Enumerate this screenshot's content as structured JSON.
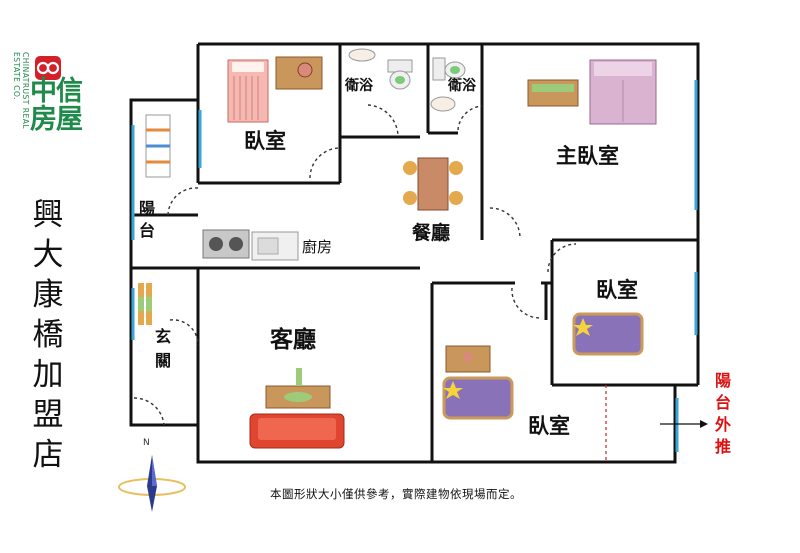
{
  "logo": {
    "name": "中信房屋",
    "side_text": "CHINATRUST REAL ESTATE CO.",
    "brand_color": "#1f8a4a",
    "accent_color": "#d4202a"
  },
  "store_name": "興大康橋加盟店",
  "rooms": {
    "bedroom_1": "臥室",
    "bathroom_1": "衛浴",
    "bathroom_2": "衛浴",
    "master_bedroom": "主臥室",
    "balcony": "陽台",
    "dining": "餐廳",
    "kitchen": "廚房",
    "bedroom_3": "臥室",
    "entry": "玄關",
    "living_room": "客廳",
    "bedroom_4": "臥室"
  },
  "balcony_extension": "陽台外推",
  "compass_label": "N",
  "disclaimer": "本圖形狀大小僅供參考，實際建物依現場而定。",
  "colors": {
    "wall": "#111111",
    "window": "#3aa6d8",
    "extension_text": "#dd1111",
    "bed_purple": "#8a72b8",
    "sofa_red": "#e0452f",
    "wood": "#c9965c"
  }
}
